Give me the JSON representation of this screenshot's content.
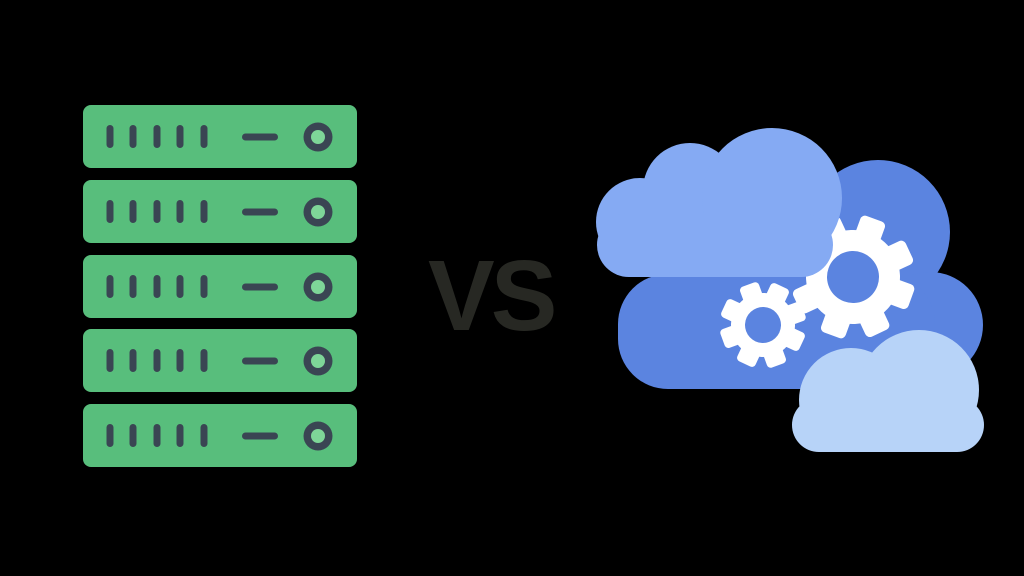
{
  "background_color": "#000000",
  "versus": {
    "label": "VS",
    "color": "#272823"
  },
  "colors": {
    "server_body": "#58BE7C",
    "server_detail": "#3A4553",
    "server_indicator": "#7ED698",
    "cloud_main": "#5B84E0",
    "cloud_light": "#85AAF3",
    "cloud_pale": "#B7D3F8",
    "gear": "#FFFFFF"
  },
  "left_graphic": {
    "icon": "server-rack-icon",
    "unit_count": 5,
    "slots_per_unit": 5
  },
  "right_graphic": {
    "icon": "cloud-computing-icon",
    "cloud_count": 3,
    "gear_count": 2
  }
}
